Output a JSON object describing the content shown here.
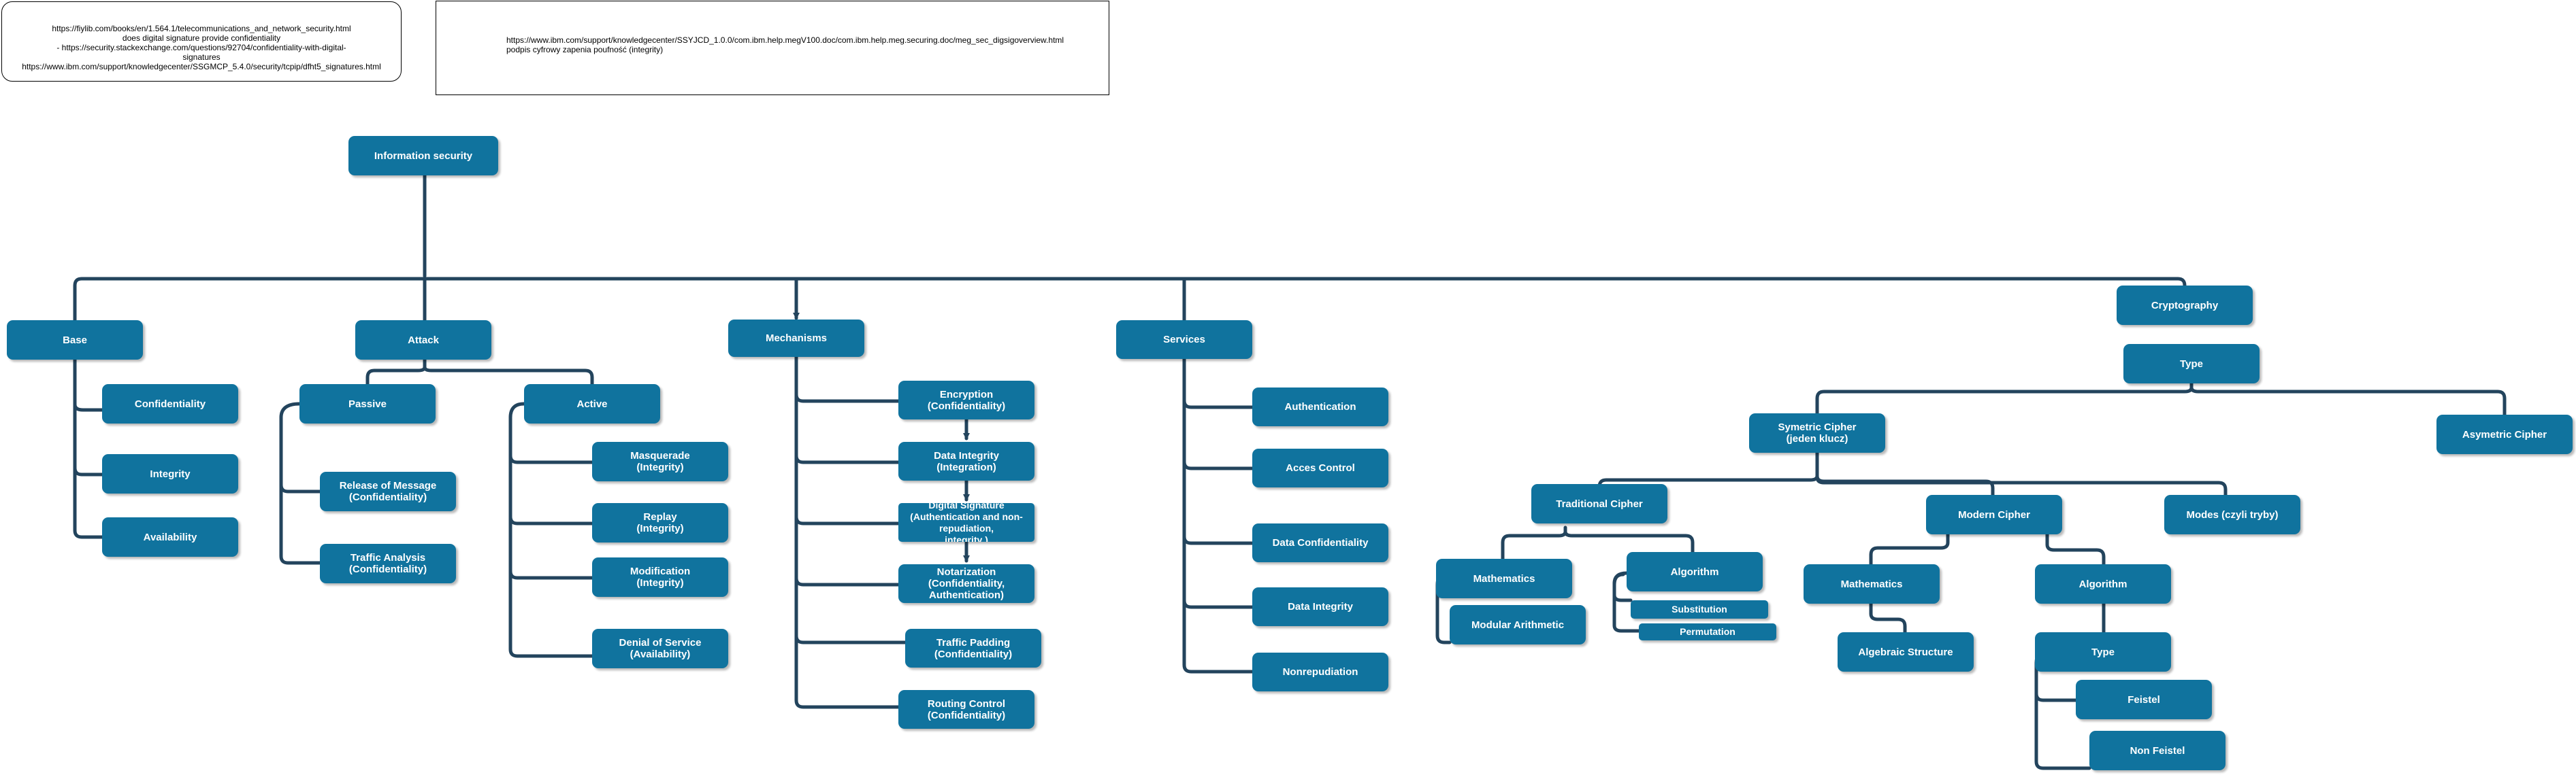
{
  "notes": {
    "note1": "https://fiylib.com/books/en/1.564.1/telecommunications_and_network_security.html\ndoes digital signature provide confidentiality\n- https://security.stackexchange.com/questions/92704/confidentiality-with-digital-\nsignatures https://www.ibm.com/support/knowledgecenter/SSGMCP_5.4.0/security/tcpip/dfht5_signatures.html",
    "note2": "https://www.ibm.com/support/knowledgecenter/SSYJCD_1.0.0/com.ibm.help.megV100.doc/com.ibm.help.meg.securing.doc/meg_sec_digsigoverview.html\npodpis cyfrowy zapenia poufność (integrity)"
  },
  "colors": {
    "node_fill": "#10739e",
    "node_text": "#ffffff",
    "edge": "#23445d"
  },
  "nodes": {
    "information_security": "Information security",
    "base": "Base",
    "base_confidentiality": "Confidentiality",
    "base_integrity": "Integrity",
    "base_availability": "Availability",
    "attack": "Attack",
    "passive": "Passive",
    "release_of_message": "Release of Message\n(Confidentiality)",
    "traffic_analysis": "Traffic Analysis\n(Confidentiality)",
    "active": "Active",
    "masquerade": "Masquerade\n(Integrity)",
    "replay": "Replay\n(Integrity)",
    "modification": "Modification\n(Integrity)",
    "denial_of_service": "Denial of Service\n(Availability)",
    "mechanisms": "Mechanisms",
    "encryption": "Encryption\n(Confidentiality)",
    "data_integrity_mech": "Data Integrity\n(Integration)",
    "digital_signature": "Digital Signature\n(Authentication and non-repudiation,\nintegrity )",
    "notarization": "Notarization\n(Confidentiality, Authentication)",
    "traffic_padding": "Traffic Padding\n(Confidentiality)",
    "routing_control": "Routing Control\n(Confidentiality)",
    "services": "Services",
    "authentication": "Authentication",
    "access_control": "Acces Control",
    "data_confidentiality": "Data Confidentiality",
    "data_integrity_svc": "Data Integrity",
    "nonrepudiation": "Nonrepudiation",
    "cryptography": "Cryptography",
    "type": "Type",
    "symmetric_cipher": "Symetric Cipher\n(jeden klucz)",
    "asymmetric_cipher": "Asymetric Cipher",
    "traditional_cipher": "Traditional Cipher",
    "trad_mathematics": "Mathematics",
    "modular_arithmetic": "Modular Arithmetic",
    "trad_algorithm": "Algorithm",
    "substitution": "Substitution",
    "permutation": "Permutation",
    "modern_cipher": "Modern Cipher",
    "mod_mathematics": "Mathematics",
    "algebraic_structure": "Algebraic Structure",
    "mod_algorithm": "Algorithm",
    "mod_type": "Type",
    "feistel": "Feistel",
    "non_feistel": "Non Feistel",
    "modes": "Modes (czyli tryby)"
  }
}
